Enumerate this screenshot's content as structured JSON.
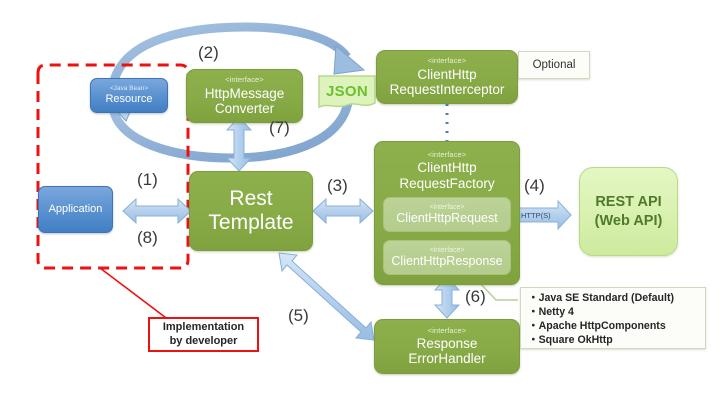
{
  "diagram": {
    "title": "RestTemplate architecture diagram",
    "colors": {
      "green": "#88ab47",
      "inner_green": "#b4cc8c",
      "blue": "#5d93d1",
      "light_green": "#d7f0ad",
      "red": "#ee1111",
      "arrow_blue": "#aecbe8"
    }
  },
  "nodes": {
    "resource": {
      "stereotype": "<Java Bean>",
      "title": "Resource"
    },
    "application": {
      "title": "Application"
    },
    "http_message_converter": {
      "stereotype": "<interface>",
      "line1": "HttpMessage",
      "line2": "Converter"
    },
    "json": {
      "label": "JSON"
    },
    "rest_template": {
      "line1": "Rest",
      "line2": "Template"
    },
    "client_http_request_interceptor": {
      "stereotype": "<interface>",
      "line1": "ClientHttp",
      "line2": "RequestInterceptor"
    },
    "client_http_request_factory": {
      "stereotype": "<interface>",
      "line1": "ClientHttp",
      "line2": "RequestFactory"
    },
    "client_http_request": {
      "stereotype": "<interface>",
      "title": "ClientHttpRequest"
    },
    "client_http_response": {
      "stereotype": "<interface>",
      "title": "ClientHttpResponse"
    },
    "response_error_handler": {
      "stereotype": "<interface>",
      "line1": "Response",
      "line2": "ErrorHandler"
    },
    "rest_api": {
      "line1": "REST API",
      "line2": "(Web API)"
    }
  },
  "labels": {
    "step1": "(1)",
    "step2": "(2)",
    "step3": "(3)",
    "step4": "(4)",
    "step5": "(5)",
    "step6": "(6)",
    "step7": "(7)",
    "step8": "(8)",
    "https": "HTTP(S)"
  },
  "callouts": {
    "optional": "Optional",
    "implementation": {
      "line1": "Implementation",
      "line2": "by developer"
    },
    "implementations_list": [
      "・Java SE Standard (Default)",
      "・Netty 4",
      "・Apache HttpComponents",
      "・Square OkHttp"
    ]
  }
}
